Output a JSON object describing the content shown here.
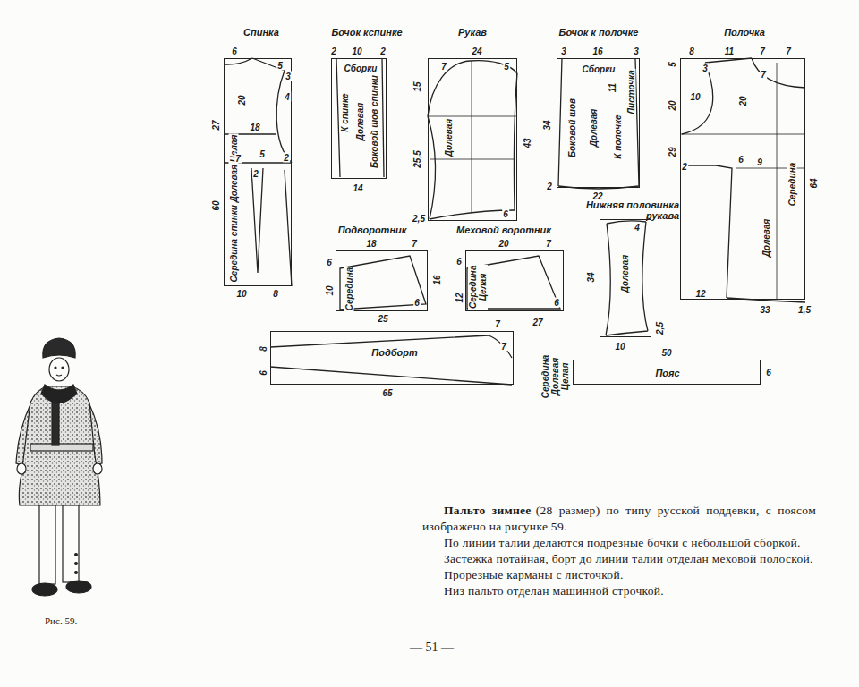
{
  "diagram": {
    "caption": "Рис. 59.",
    "nodes": [
      {
        "text": [
          "Спинка",
          "Середина спинки Долевая Целая"
        ]
      },
      {
        "text": [
          "Бочок кспинке",
          "Сборки",
          "К спинке",
          "Долевая",
          "Боковой шов спинки"
        ]
      },
      {
        "text": [
          "Рукав",
          "Долевая"
        ]
      },
      {
        "text": [
          "Бочок к полочке",
          "Сборки",
          "Боковой шов",
          "Долевая",
          "К полочке",
          "Листочка"
        ]
      },
      {
        "text": [
          "Полочка",
          "Долевая",
          "Середина"
        ]
      },
      {
        "text": [
          "Нижняя половинка рукава",
          "Долевая"
        ]
      },
      {
        "text": [
          "Подворотник",
          "Середина"
        ]
      },
      {
        "text": [
          "Меховой воротник",
          "Середина Целая"
        ]
      },
      {
        "text": [
          "Подборт"
        ]
      },
      {
        "text": [
          "Пояс",
          "Середина Долевая Целая"
        ]
      }
    ],
    "labels": [
      "6",
      "5",
      "3",
      "20",
      "4",
      "27",
      "18",
      "7",
      "5",
      "2",
      "2",
      "60",
      "10",
      "8",
      "2",
      "10",
      "2",
      "14",
      "24",
      "7",
      "5",
      "15",
      "25,5",
      "43",
      "2,5",
      "6",
      "3",
      "16",
      "3",
      "34",
      "11",
      "22",
      "2",
      "8",
      "11",
      "7",
      "7",
      "5",
      "3",
      "7",
      "10",
      "20",
      "20",
      "29",
      "2",
      "6",
      "9",
      "64",
      "12",
      "33",
      "1,5",
      "4",
      "34",
      "10",
      "2,5",
      "18",
      "7",
      "6",
      "10",
      "16",
      "25",
      "6",
      "20",
      "7",
      "6",
      "12",
      "27",
      "6",
      "7",
      "8",
      "7",
      "6",
      "65",
      "50",
      "6",
      "Пальто зимнее",
      "(28 размер) по типу русской поддевки, с поясом изображено на рисунке 59.",
      "По линии талии делаются подрезные бочки с небольшой сборкой.",
      "Застежка потайная, борт до линии талии отделан меховой полоской.",
      "Прорезные карманы с листочкой.",
      "Низ пальто отделан машинной строчкой.",
      "— 51 —"
    ]
  }
}
